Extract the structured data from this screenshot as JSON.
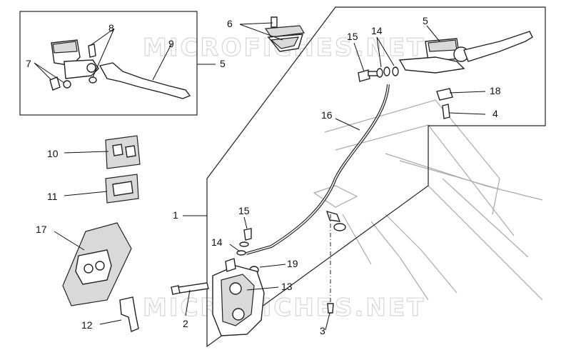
{
  "watermark": "MICROFICHES.NET",
  "callouts": {
    "c1": "1",
    "c2": "2",
    "c3": "3",
    "c4": "4",
    "c5a": "5",
    "c5b": "5",
    "c6": "6",
    "c7": "7",
    "c8": "8",
    "c9": "9",
    "c10": "10",
    "c11": "11",
    "c12": "12",
    "c13": "13",
    "c14a": "14",
    "c14b": "14",
    "c15a": "15",
    "c15b": "15",
    "c16": "16",
    "c17": "17",
    "c18": "18",
    "c19": "19"
  }
}
